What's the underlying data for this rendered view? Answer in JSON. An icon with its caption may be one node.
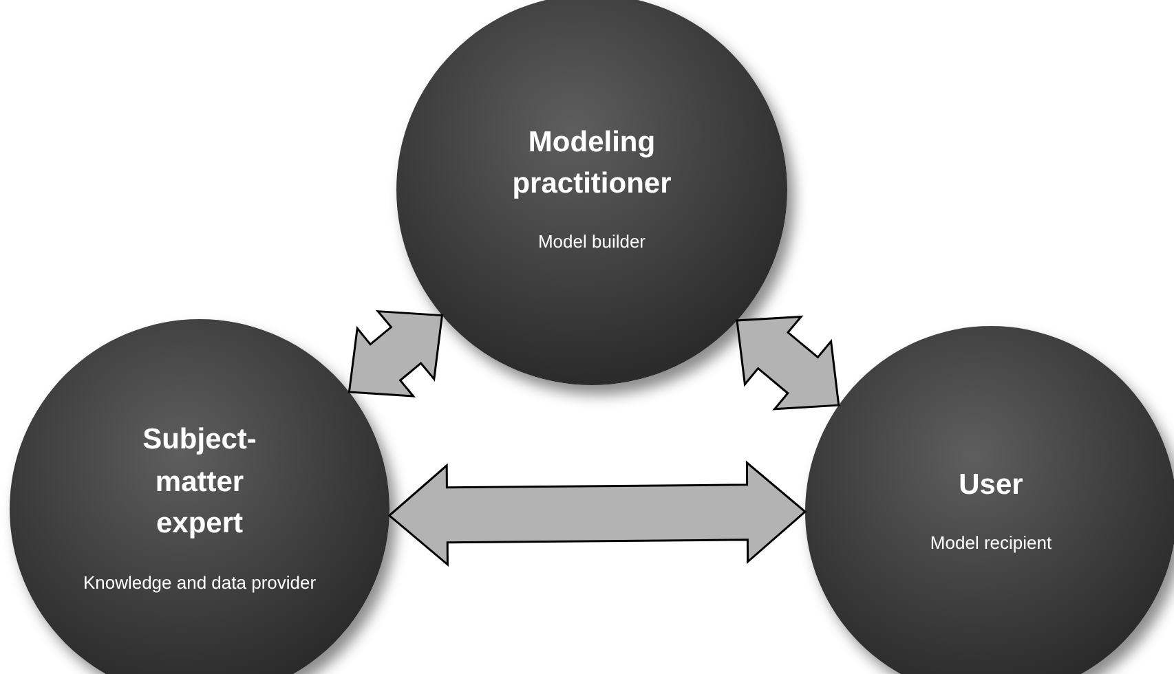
{
  "diagram": {
    "nodes": [
      {
        "text": [
          "Modeling practitioner",
          "Model builder"
        ]
      },
      {
        "text": [
          "Subject-matter expert",
          "Knowledge and data provider"
        ]
      },
      {
        "text": [
          "User",
          "Model recipient"
        ]
      }
    ],
    "edges": [
      {
        "from": 1,
        "to": 0,
        "arrow": "both"
      },
      {
        "from": 0,
        "to": 2,
        "arrow": "both"
      },
      {
        "from": 1,
        "to": 2,
        "arrow": "both"
      }
    ]
  }
}
